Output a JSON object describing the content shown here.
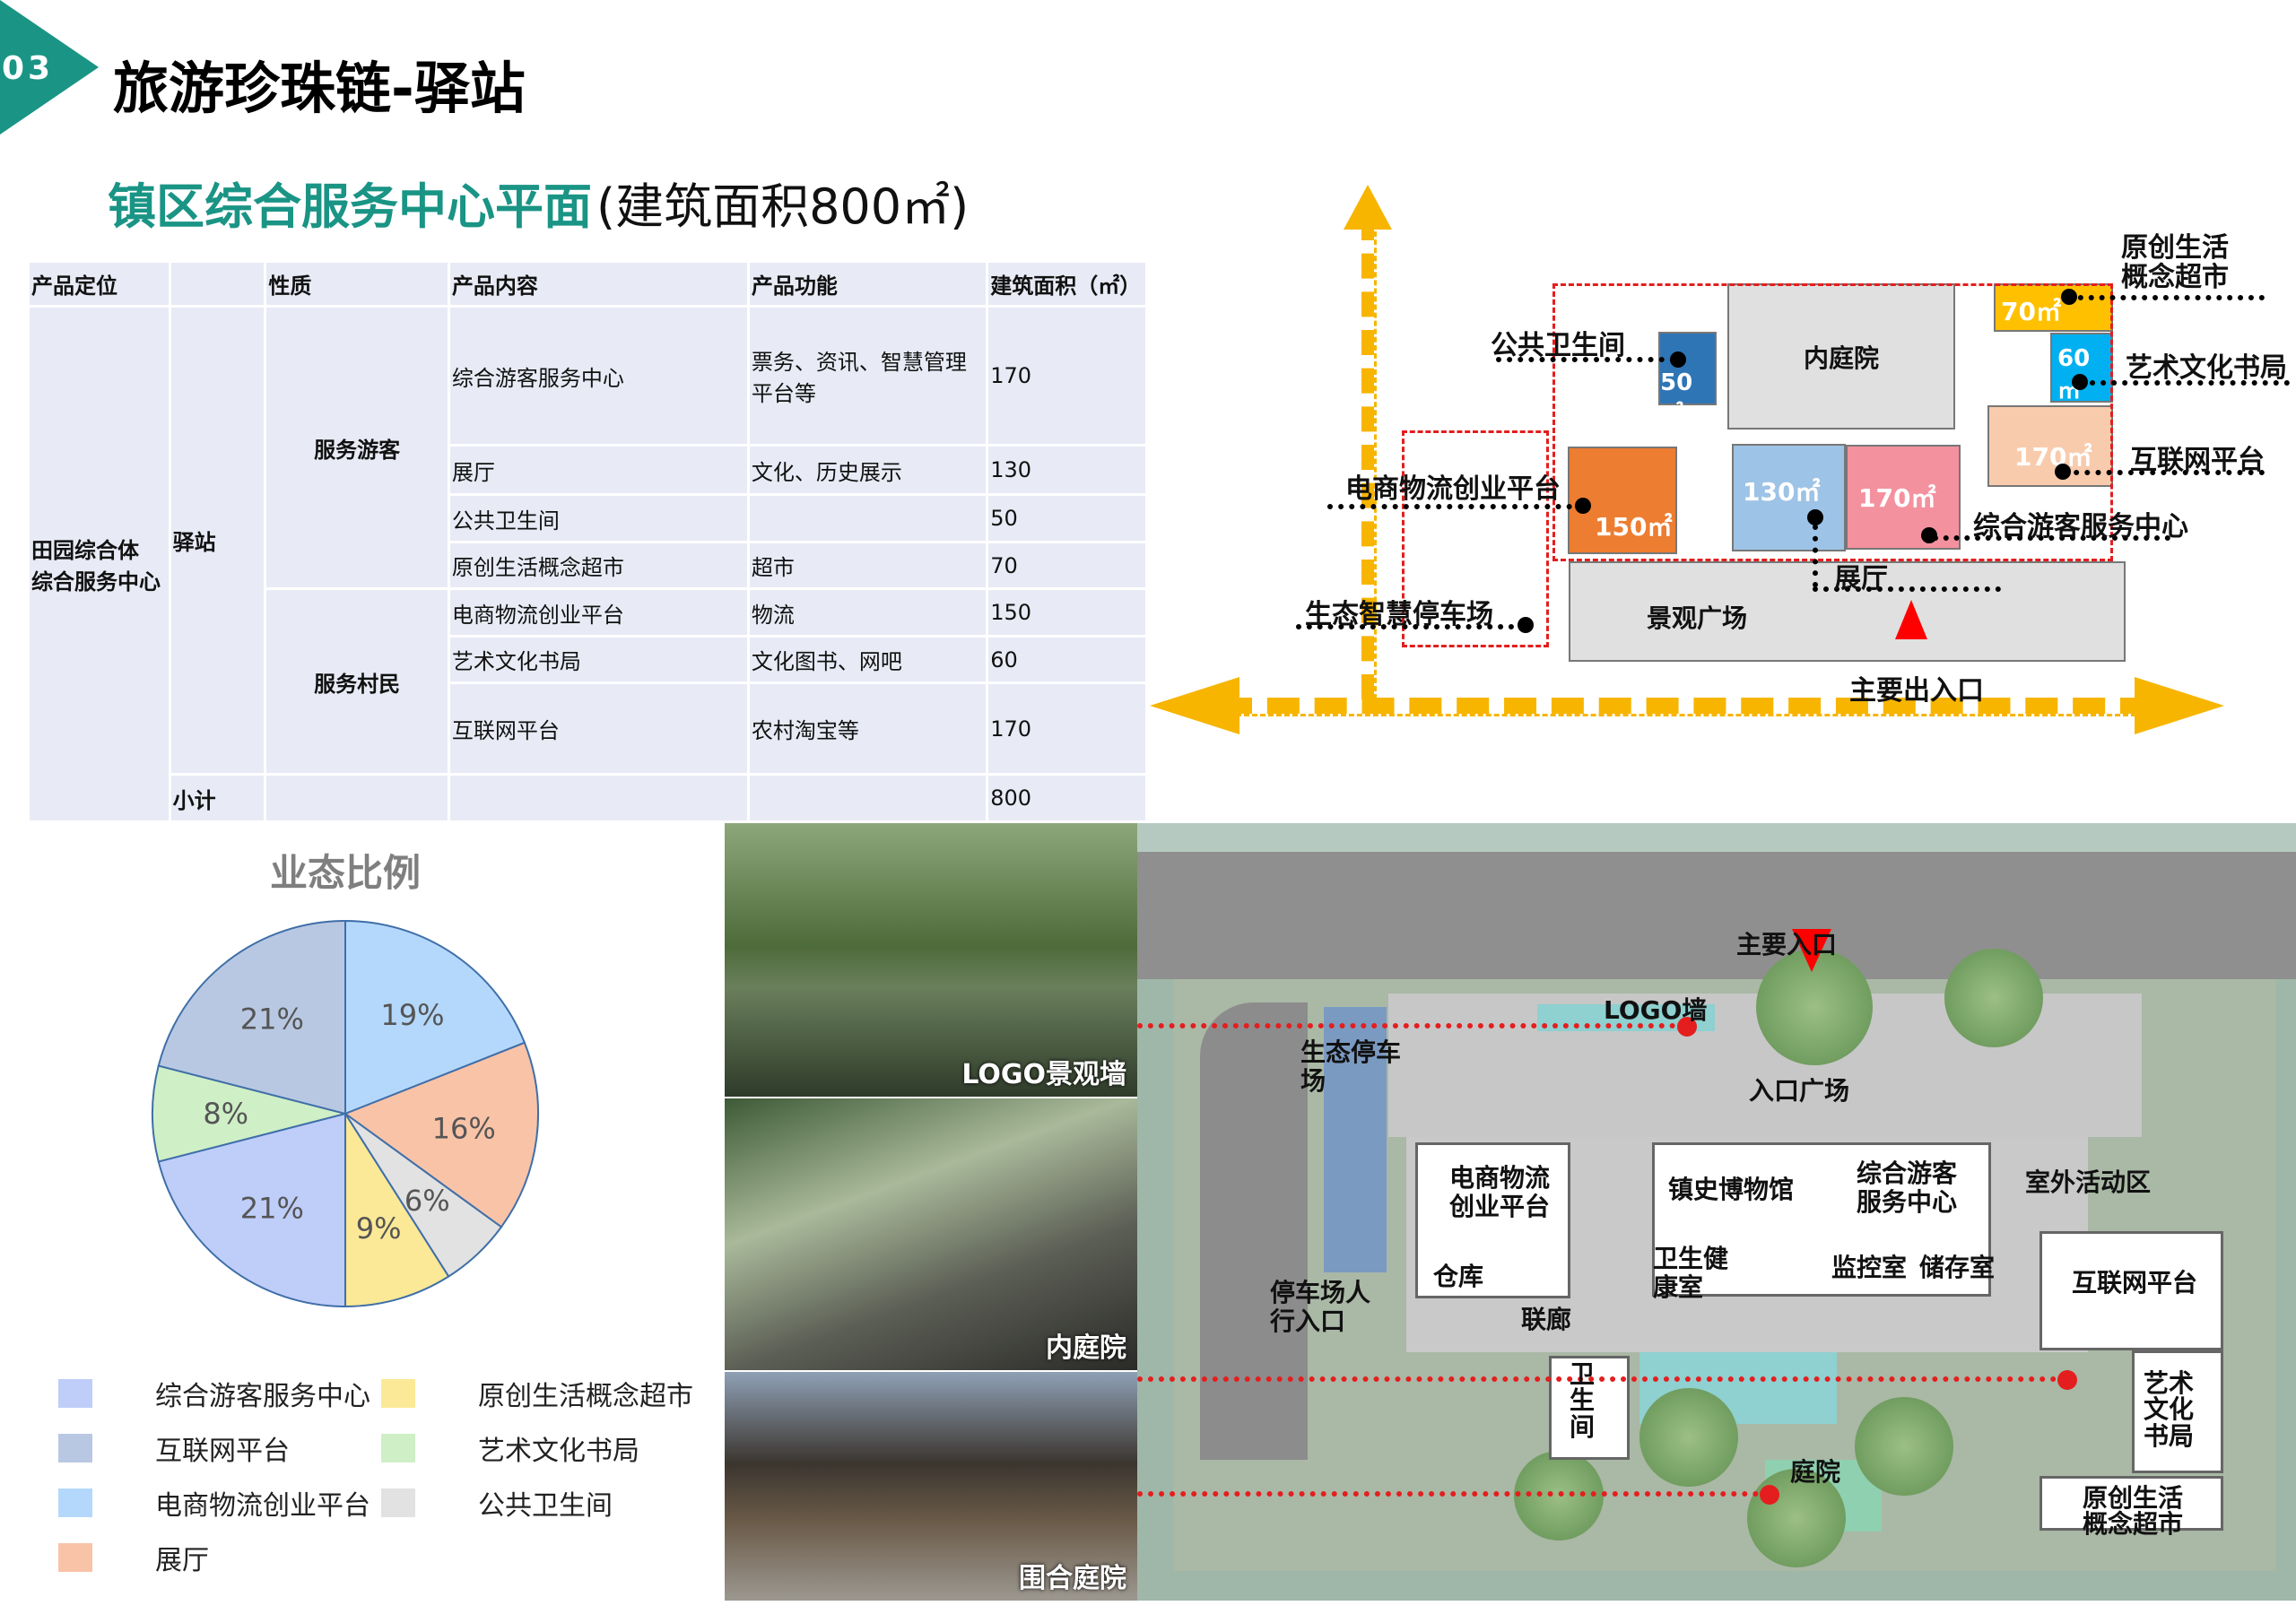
{
  "header": {
    "section_number": "03",
    "title": "旅游珍珠链-驿站",
    "subtitle": "镇区综合服务中心平面",
    "subtitle_note": "(建筑面积800㎡)",
    "accent": "#1a9485"
  },
  "table": {
    "headers": [
      "产品定位",
      "",
      "性质",
      "产品内容",
      "产品功能",
      "建筑面积（㎡）"
    ],
    "positioning": "田园综合体\n综合服务中心",
    "type": "驿站",
    "groups": [
      {
        "nature": "服务游客",
        "rows": [
          {
            "content": "综合游客服务中心",
            "function": "票务、资讯、智慧管理平台等",
            "area": "170"
          },
          {
            "content": "展厅",
            "function": "文化、历史展示",
            "area": "130"
          },
          {
            "content": "公共卫生间",
            "function": "",
            "area": "50"
          },
          {
            "content": "原创生活概念超市",
            "function": "超市",
            "area": "70"
          }
        ]
      },
      {
        "nature": "服务村民",
        "rows": [
          {
            "content": "电商物流创业平台",
            "function": "物流",
            "area": "150"
          },
          {
            "content": "艺术文化书局",
            "function": "文化图书、网吧",
            "area": "60"
          },
          {
            "content": "互联网平台",
            "function": "农村淘宝等",
            "area": "170"
          }
        ]
      }
    ],
    "subtotal_label": "小计",
    "subtotal": "800"
  },
  "diagram": {
    "blocks": {
      "toilet": "50㎡",
      "supermarket": "70㎡",
      "bookstore": "60㎡",
      "internet": "170㎡",
      "logistics": "150㎡",
      "hall": "130㎡",
      "visitor": "170㎡",
      "courtyard": "内庭院",
      "plaza": "景观广场"
    },
    "labels": {
      "toilet": "公共卫生间",
      "logistics": "电商物流创业平台",
      "parking": "生态智慧停车场",
      "supermarket": "原创生活\n概念超市",
      "bookstore": "艺术文化书局",
      "internet": "互联网平台",
      "visitor": "综合游客服务中心",
      "hall": "展厅",
      "entrance": "主要出入口"
    },
    "colors": {
      "toilet": "#2e75b6",
      "supermarket": "#ffc000",
      "bookstore": "#00b0f0",
      "internet": "#f8cbad",
      "logistics": "#ed7d31",
      "hall": "#9dc3e6",
      "visitor": "#f4919f",
      "gray": "#e0e0e0",
      "arrow": "#f7b500",
      "dashed": "#e41e1e"
    }
  },
  "chart_data": {
    "type": "pie",
    "title": "业态比例",
    "legend": "bottom",
    "slices": [
      {
        "name": "电商物流创业平台",
        "value": 19,
        "label": "19%",
        "color": "#b4d8fb"
      },
      {
        "name": "展厅",
        "value": 16,
        "label": "16%",
        "color": "#f9c3a8"
      },
      {
        "name": "公共卫生间",
        "value": 6,
        "label": "6%",
        "color": "#e2e2e2"
      },
      {
        "name": "原创生活概念超市",
        "value": 9,
        "label": "9%",
        "color": "#fbe997"
      },
      {
        "name": "综合游客服务中心",
        "value": 21,
        "label": "21%",
        "color": "#bfcdf9"
      },
      {
        "name": "艺术文化书局",
        "value": 8,
        "label": "8%",
        "color": "#cfefc6"
      },
      {
        "name": "互联网平台",
        "value": 21,
        "label": "21%",
        "color": "#b9c8e2"
      }
    ],
    "legend_order": [
      "综合游客服务中心",
      "互联网平台",
      "电商物流创业平台",
      "展厅",
      "原创生活概念超市",
      "艺术文化书局",
      "公共卫生间"
    ]
  },
  "photos": [
    {
      "caption": "LOGO景观墙"
    },
    {
      "caption": "内庭院"
    },
    {
      "caption": "围合庭院"
    }
  ],
  "plan": {
    "labels": {
      "main_entrance": "主要入口",
      "logo_wall": "LOGO墙",
      "eco_parking": "生态停车\n场",
      "entry_plaza": "入口广场",
      "logistics": "电商物流\n创业平台",
      "warehouse": "仓库",
      "museum": "镇史博物馆",
      "visitor": "综合游客\n服务中心",
      "outdoor": "室外活动区",
      "health": "卫生健\n康室",
      "monitor": "监控室",
      "storage": "储存室",
      "internet": "互联网平台",
      "ped_entry": "停车场人\n行入口",
      "corridor": "联廊",
      "toilet": "卫\n生\n间",
      "bookstore": "艺术\n文化\n书局",
      "courtyard": "庭院",
      "supermarket": "原创生活\n概念超市"
    }
  }
}
